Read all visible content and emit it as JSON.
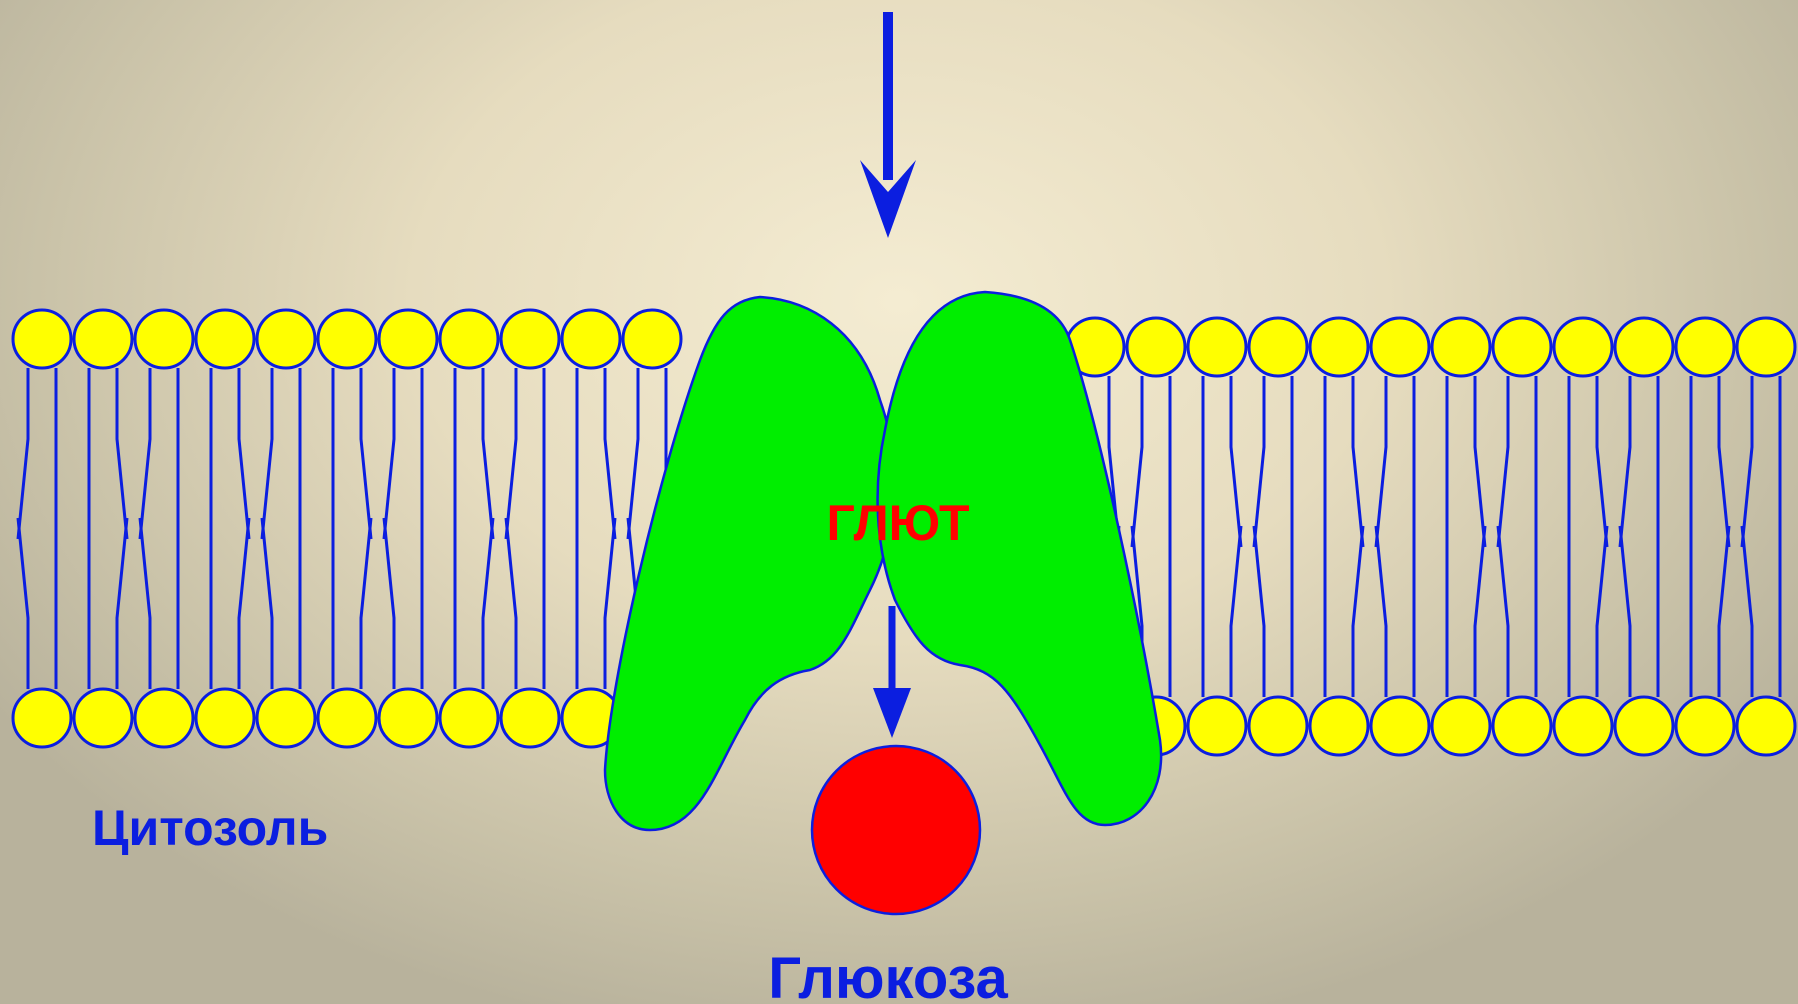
{
  "labels": {
    "cytosol": "Цитозоль",
    "transporter": "ГЛЮТ",
    "glucose": "Глюкоза"
  },
  "colors": {
    "lipid_head": "#ffff00",
    "lipid_outline": "#0b1ee0",
    "transporter_fill": "#00ee00",
    "glucose_fill": "#ff0000",
    "arrow": "#0b1ee0",
    "text_blue": "#0b1ee0",
    "text_red": "#ff0000"
  },
  "icons": {
    "top_arrow": "arrow-down-icon",
    "pore_arrow": "arrow-down-icon"
  }
}
